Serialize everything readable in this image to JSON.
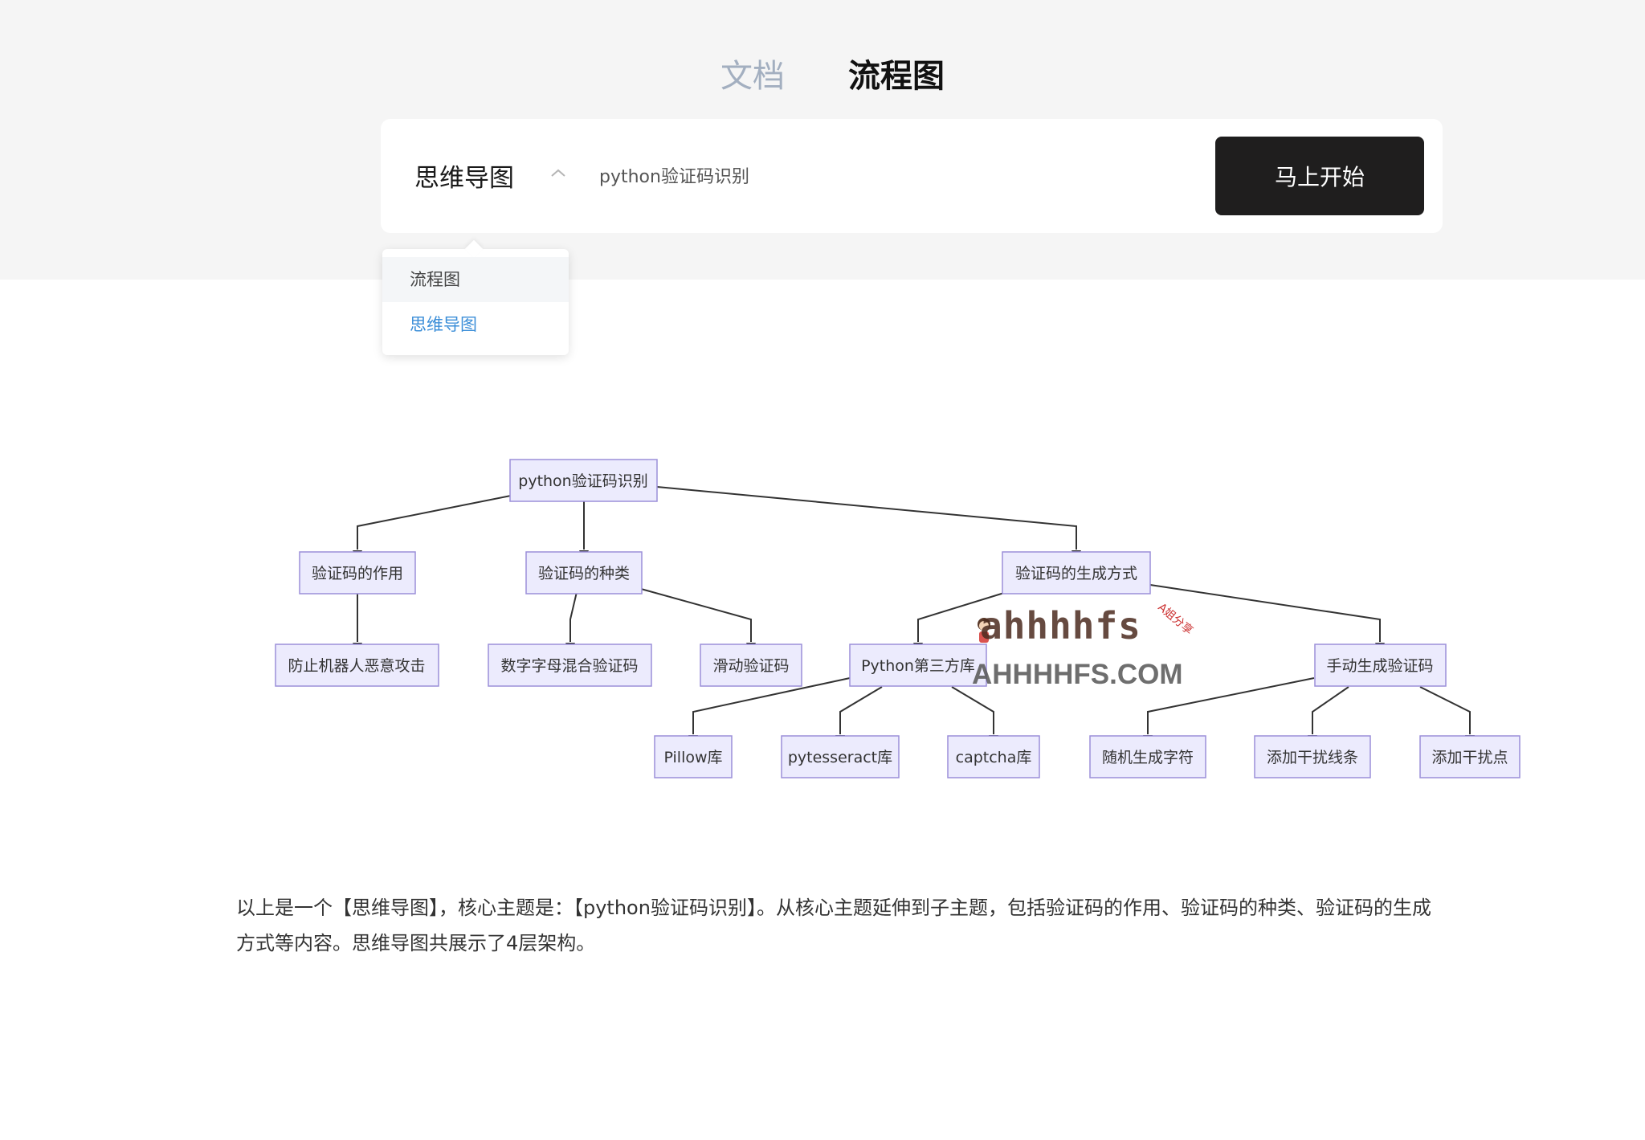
{
  "tabs": [
    {
      "label": "文档",
      "active": false
    },
    {
      "label": "流程图",
      "active": true
    }
  ],
  "search": {
    "mode_label": "思维导图",
    "query_value": "python验证码识别",
    "start_label": "马上开始"
  },
  "dropdown": {
    "items": [
      {
        "label": "流程图",
        "selected": false
      },
      {
        "label": "思维导图",
        "selected": true
      }
    ]
  },
  "mindmap": {
    "root": "python验证码识别",
    "level1": [
      "验证码的作用",
      "验证码的种类",
      "验证码的生成方式"
    ],
    "level2": [
      "防止机器人恶意攻击",
      "数字字母混合验证码",
      "滑动验证码",
      "Python第三方库",
      "手动生成验证码"
    ],
    "level3": [
      "Pillow库",
      "pytesseract库",
      "captcha库",
      "随机生成字符",
      "添加干扰线条",
      "添加干扰点"
    ]
  },
  "watermark": {
    "logo_text": "ahhhhfs",
    "url_text": "AHHHHFS.COM",
    "badge_text": "A姐分享"
  },
  "summary": {
    "line1": "以上是一个【思维导图】，核心主题是：【python验证码识别】。从核心主题延伸到子主题，包括验证码的作用、验证码的种类、验证码的生成",
    "line2": "方式等内容。思维导图共展示了4层架构。"
  },
  "colors": {
    "node_fill": "#ecebfd",
    "node_border": "#9b8fd9",
    "accent_blue": "#3b8ed8",
    "button_bg": "#1f1e1e"
  }
}
